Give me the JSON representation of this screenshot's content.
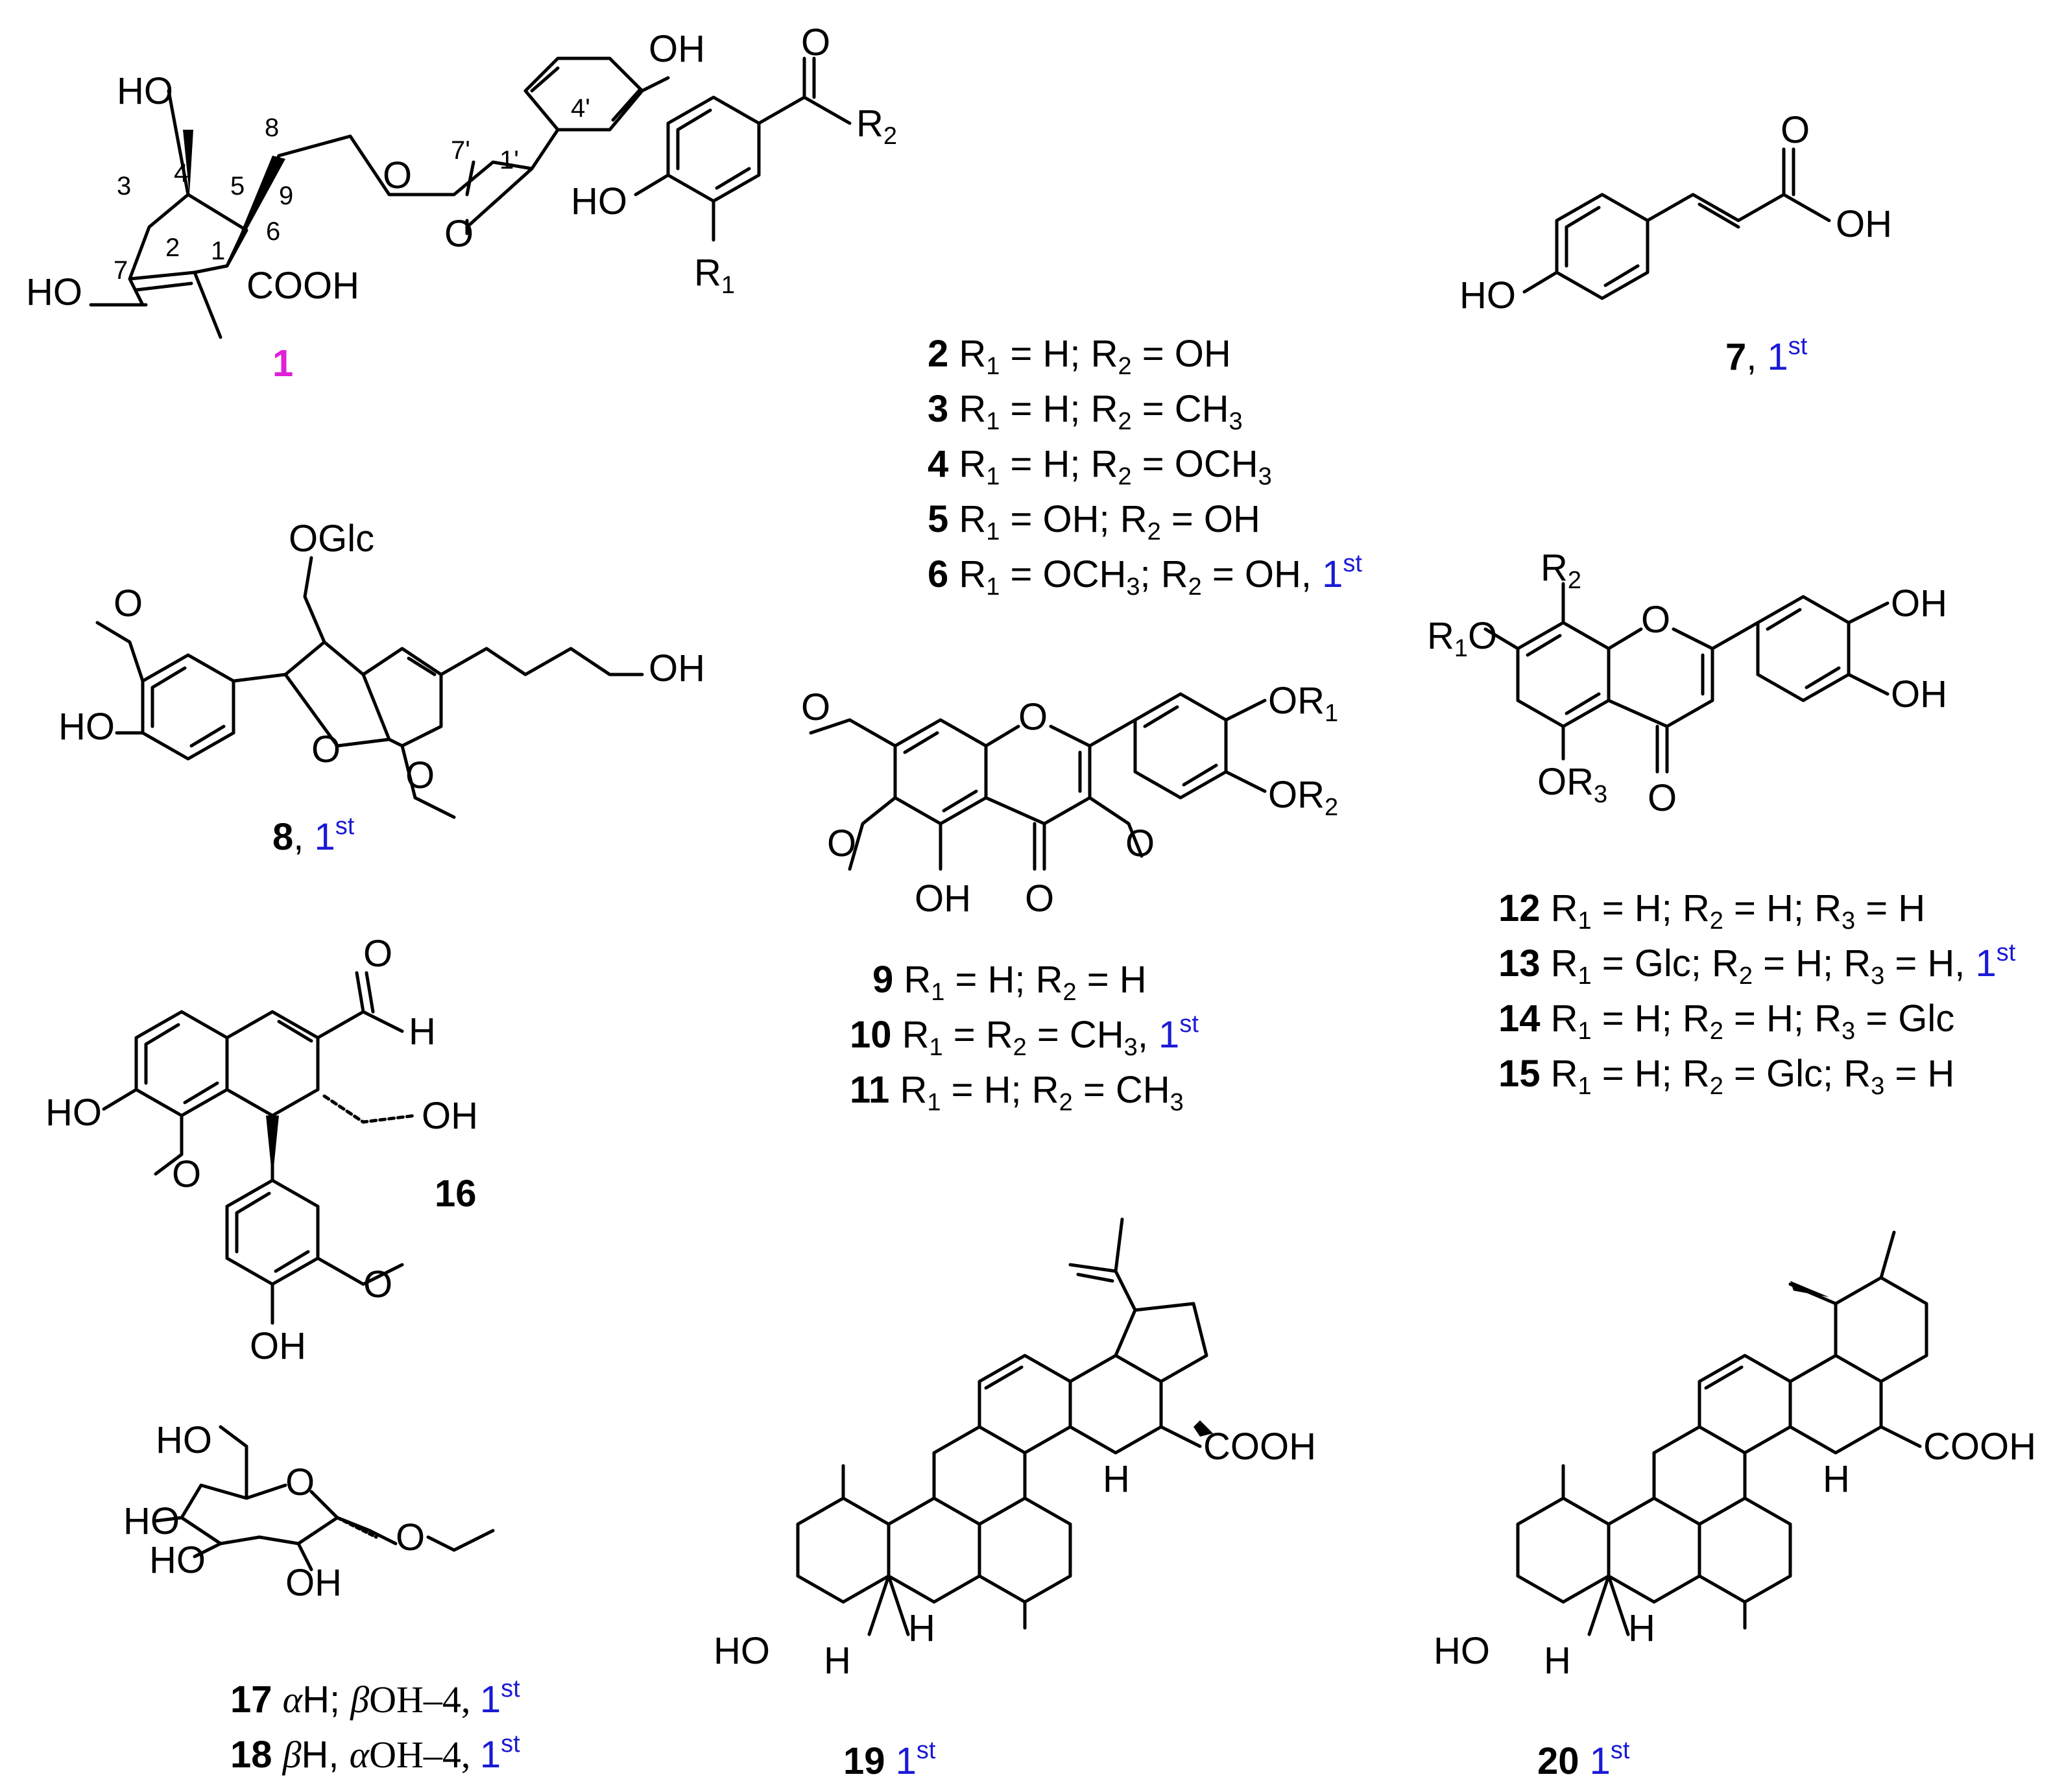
{
  "cpd1": {
    "id": "1",
    "atoms": {
      "oh_top": "OH",
      "ho4": "HO",
      "o_ester": "O",
      "o_carbonyl": "O",
      "cooh": "COOH",
      "ho7": "HO"
    },
    "locants": {
      "l3": "3",
      "l4": "4",
      "l5": "5",
      "l6": "6",
      "l7": "7",
      "l8": "8",
      "l9": "9",
      "l1": "1",
      "l2": "2",
      "l1p": "1'",
      "l4p": "4'",
      "l7p": "7'"
    }
  },
  "cpd2to6": {
    "atoms": {
      "o": "O",
      "r2": "R",
      "r2sub": "2",
      "ho": "HO",
      "r1": "R",
      "r1sub": "1"
    },
    "rows": [
      {
        "num": "2",
        "text": "R1 = H; R2 = OH",
        "first": ""
      },
      {
        "num": "3",
        "text": "R1 = H; R2 = CH3",
        "first": ""
      },
      {
        "num": "4",
        "text": "R1 = H; R2 = OCH3",
        "first": ""
      },
      {
        "num": "5",
        "text": "R1 = OH; R2 = OH",
        "first": ""
      },
      {
        "num": "6",
        "text": "R1 = OCH3; R2 = OH,",
        "first": "1st"
      }
    ]
  },
  "cpd7": {
    "id": "7",
    "first": "1",
    "sup": "st",
    "atoms": {
      "o": "O",
      "oh": "OH",
      "ho": "HO"
    }
  },
  "cpd8": {
    "id": "8",
    "first": "1",
    "sup": "st",
    "atoms": {
      "oglc": "OGlc",
      "o_me": "O",
      "ho": "HO",
      "o_ring": "O",
      "oh": "OH",
      "o_me2": "O"
    }
  },
  "cpd9to11": {
    "atoms": {
      "o1": "O",
      "o_ring": "O",
      "or1": "OR",
      "or1sub": "1",
      "or2": "OR",
      "or2sub": "2",
      "o6": "O",
      "oh": "OH",
      "o_keto": "O",
      "o3": "O"
    },
    "rows": [
      {
        "num": "9",
        "text": "R1 = H; R2 = H"
      },
      {
        "num": "10",
        "text": "R1 = R2 = CH3,"
      },
      {
        "num": "11",
        "text": "R1 = H; R2 = CH3"
      }
    ],
    "first": "1",
    "sup": "st"
  },
  "cpd12to15": {
    "atoms": {
      "r2": "R",
      "r2sub": "2",
      "r1o": "R",
      "r1sub": "1",
      "o_r1": "O",
      "o_ring": "O",
      "oh_a": "OH",
      "oh_b": "OH",
      "or3": "OR",
      "or3sub": "3",
      "o_keto": "O"
    },
    "rows": [
      {
        "num": "12",
        "text": "R1 = H; R2 = H; R3 = H"
      },
      {
        "num": "13",
        "text": "R1 = Glc; R2 = H; R3 = H,"
      },
      {
        "num": "14",
        "text": "R1 = H; R2 = H; R3 = Glc"
      },
      {
        "num": "15",
        "text": "R1 = H; R2 = Glc; R3 = H"
      }
    ],
    "first": "1",
    "sup": "st"
  },
  "cpd16": {
    "id": "16",
    "atoms": {
      "o_ald": "O",
      "h_ald": "H",
      "oh": "OH",
      "ho": "HO",
      "o_me": "O",
      "o_me2": "O",
      "oh_b": "OH"
    }
  },
  "cpd17_18": {
    "atoms": {
      "ho6": "HO",
      "o_ring": "O",
      "ho4": "HO",
      "ho3": "HO",
      "oh2": "OH",
      "o_eth": "O"
    },
    "row17": {
      "num": "17",
      "a": "α",
      "b": "H; ",
      "c": "β",
      "d": "OH–4, "
    },
    "row18": {
      "num": "18",
      "a": "β",
      "b": "H, ",
      "c": "α",
      "d": "OH–4, "
    },
    "first": "1",
    "sup": "st"
  },
  "cpd19": {
    "id": "19",
    "first": "1",
    "sup": "st",
    "atoms": {
      "h17": "H",
      "cooh": "COOH",
      "h9": "H",
      "h5": "H",
      "ho": "HO"
    }
  },
  "cpd20": {
    "id": "20",
    "first": "1",
    "sup": "st",
    "atoms": {
      "h18": "H",
      "cooh": "COOH",
      "h9": "H",
      "h5": "H",
      "ho": "HO"
    }
  }
}
